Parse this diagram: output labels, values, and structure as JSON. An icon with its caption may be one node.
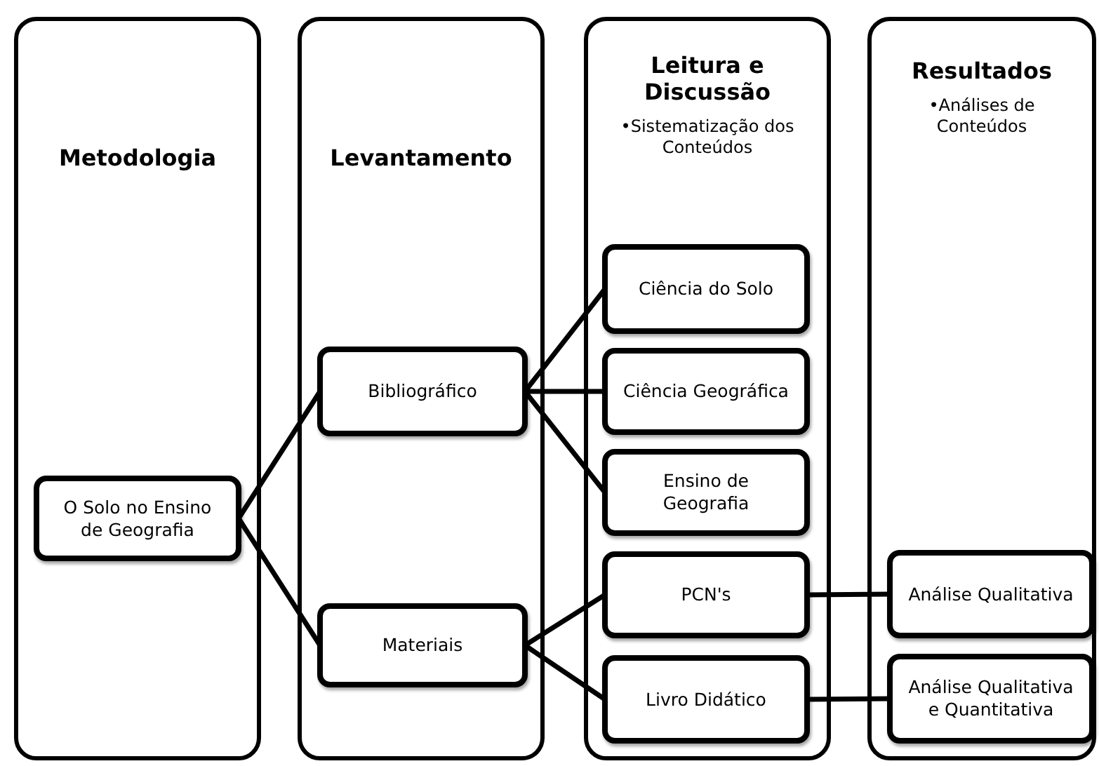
{
  "diagram": {
    "nodes": [
      {
        "text": [
          "Metodologia"
        ]
      },
      {
        "text": [
          "Levantamento"
        ]
      },
      {
        "text": [
          "Leitura e Discussão",
          "•Sistematização dos Conteúdos"
        ]
      },
      {
        "text": [
          "Resultados",
          "•Análises de Conteúdos"
        ]
      },
      {
        "text": [
          "O Solo no Ensino de Geografia"
        ],
        "in": 0
      },
      {
        "text": [
          "Bibliográfico"
        ],
        "in": 1
      },
      {
        "text": [
          "Materiais"
        ],
        "in": 1
      },
      {
        "text": [
          "Ciência do Solo"
        ],
        "in": 2
      },
      {
        "text": [
          "Ciência Geográfica"
        ],
        "in": 2
      },
      {
        "text": [
          "Ensino de Geografia"
        ],
        "in": 2
      },
      {
        "text": [
          "PCN's"
        ],
        "in": 2
      },
      {
        "text": [
          "Livro Didático"
        ],
        "in": 2
      },
      {
        "text": [
          "Análise Qualitativa"
        ],
        "in": 3
      },
      {
        "text": [
          "Análise Qualitativa e Quantitativa"
        ],
        "in": 3
      }
    ],
    "edges": [
      {
        "from": 4,
        "to": 5,
        "arrow": "none"
      },
      {
        "from": 4,
        "to": 6,
        "arrow": "none"
      },
      {
        "from": 5,
        "to": 7,
        "arrow": "none"
      },
      {
        "from": 5,
        "to": 8,
        "arrow": "none"
      },
      {
        "from": 5,
        "to": 9,
        "arrow": "none"
      },
      {
        "from": 6,
        "to": 10,
        "arrow": "none"
      },
      {
        "from": 6,
        "to": 11,
        "arrow": "none"
      },
      {
        "from": 10,
        "to": 12,
        "arrow": "none"
      },
      {
        "from": 11,
        "to": 13,
        "arrow": "none"
      }
    ]
  }
}
